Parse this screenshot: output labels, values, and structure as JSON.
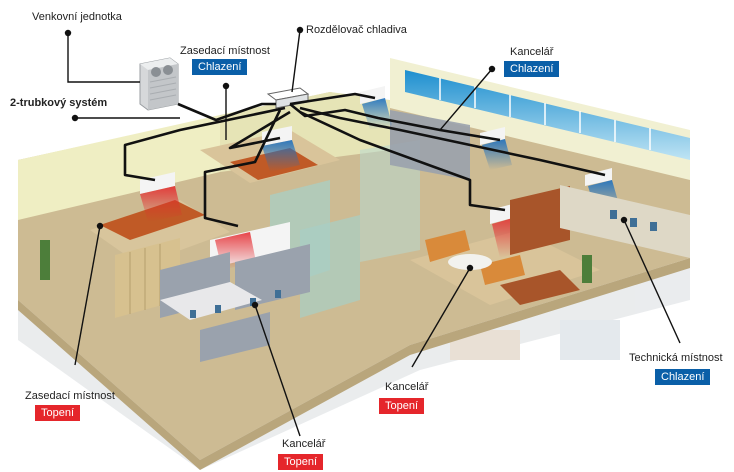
{
  "labels": {
    "outdoor_unit": "Venkovní jednotka",
    "distributor": "Rozdělovač chladiva",
    "pipe_system": "2-trubkový systém",
    "meeting_top": "Zasedací místnost",
    "office_top_right": "Kancelář",
    "technical_room": "Technická místnost",
    "office_bottom_center": "Kancelář",
    "meeting_bottom_left": "Zasedací místnost",
    "office_bottom": "Kancelář"
  },
  "modes": {
    "meeting_top": "Chlazení",
    "office_top_right": "Chlazení",
    "technical_room": "Chlazení",
    "office_bottom_center": "Topení",
    "meeting_bottom_left": "Topení",
    "office_bottom": "Topení"
  },
  "colors": {
    "cooling": "#0a5fa8",
    "heating": "#e5262b",
    "floor": "#cdbb93",
    "wall": "#efeec3",
    "glass": "#a8cfc4",
    "wood": "#c05a26",
    "partition": "#8c94a0",
    "pipe": "#111111"
  }
}
